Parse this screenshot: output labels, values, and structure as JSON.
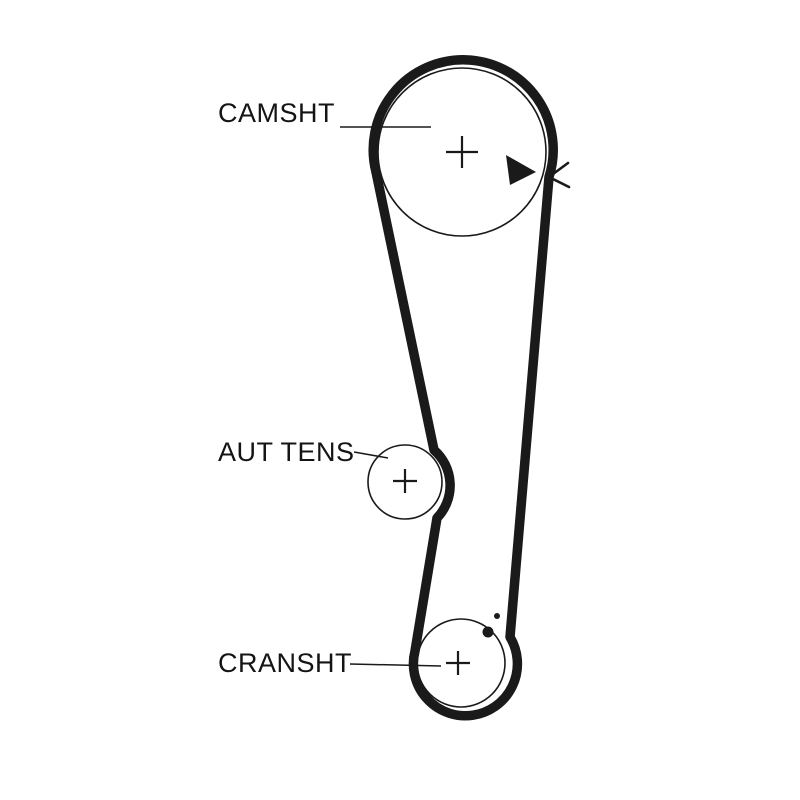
{
  "diagram": {
    "type": "timing-belt-routing-diagram",
    "background_color": "#ffffff",
    "line_color": "#1a1a1a",
    "labels": {
      "camshaft": "CAMSHT",
      "tensioner": "AUT TENS",
      "crankshaft": "CRANSHT"
    },
    "markers": {
      "belt_direction_arrow": "filled-triangle-pointing-right",
      "alignment_chevron": "open-arrowhead-pointing-left",
      "crankshaft_dots": 2
    }
  }
}
